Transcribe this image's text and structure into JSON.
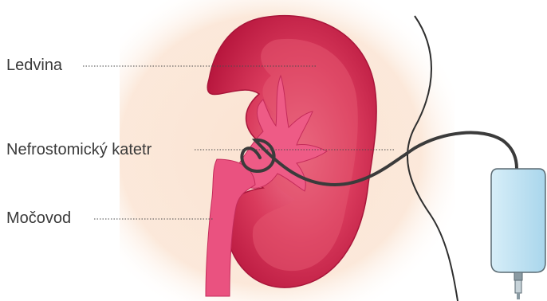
{
  "labels": {
    "kidney": "Ledvina",
    "catheter": "Nefrostomický katetr",
    "ureter": "Močovod"
  },
  "colors": {
    "background_glow": "#fbe3d2",
    "kidney_red": "#c21d44",
    "kidney_inner": "#e85a78",
    "pelvis_pink": "#ee5b86",
    "ureter_pink": "#ea5280",
    "catheter": "#3b3b3b",
    "bag_blue": "#bfe3f3",
    "bag_outline": "#5a6a72",
    "body_outline": "#2f2f2f",
    "leader_line": "#4a4a4a"
  },
  "icons": {
    "drainage_bag": "urine-bag-icon"
  }
}
